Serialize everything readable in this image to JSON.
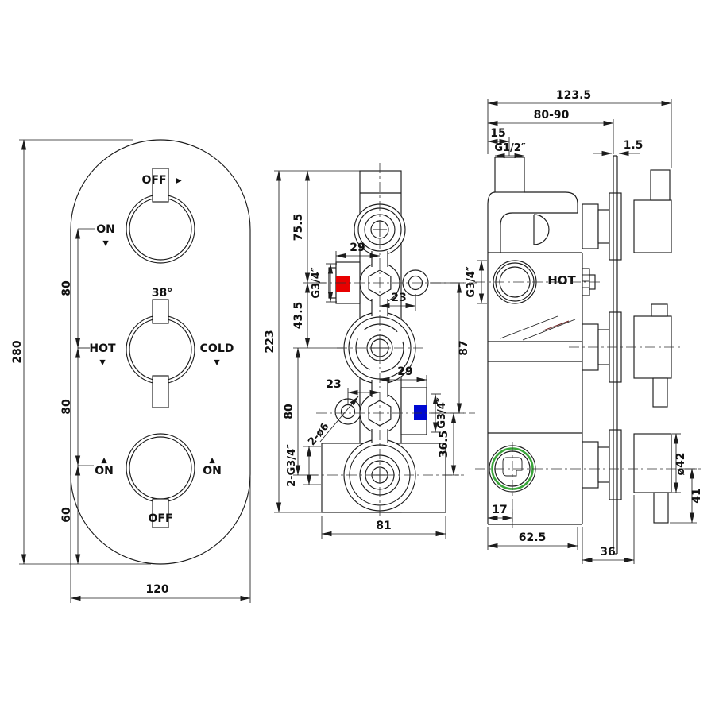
{
  "drawing": {
    "views": {
      "front": {
        "dims": {
          "height": "280",
          "upper_span": "80",
          "lower_span": "80",
          "bottom_span": "60",
          "width": "120"
        },
        "labels": {
          "top_knob_off": "OFF",
          "top_knob_off_arrow": "▶",
          "top_knob_on": "ON",
          "top_knob_on_arrow": "▼",
          "temp_setting": "38°",
          "hot": "HOT",
          "hot_arrow": "▼",
          "cold": "COLD",
          "cold_arrow": "▼",
          "bottom_on_left": "ON",
          "bottom_on_left_arrow": "▲",
          "bottom_on_right": "ON",
          "bottom_on_right_arrow": "▲",
          "bottom_knob_off": "OFF"
        }
      },
      "section": {
        "dims": {
          "total_height": "223",
          "top_to_hot_port": "75.5",
          "hot_to_center": "43.5",
          "center_to_outlet": "80",
          "hot_inlet_offset": "29",
          "top_hole_offset": "23",
          "inlet_span": "87",
          "cold_inlet_offset": "29",
          "cold_to_outlet": "36.5",
          "bottom_hole_offset": "23",
          "body_width": "81"
        },
        "labels": {
          "hot_inlet_thread": "G3/4″",
          "cold_inlet_thread": "G3/4″",
          "mounting_holes": "2-ø6",
          "outlet_threads": "2-G3/4″"
        },
        "colors": {
          "hot_marker": "#e80000",
          "cold_marker": "#0009d2"
        }
      },
      "side": {
        "dims": {
          "total_depth": "123.5",
          "wall_depth_range": "80-90",
          "inlet_offset": "15",
          "plate_thickness": "1.5",
          "handle_diameter": "ø42",
          "handle_length": "41",
          "port_offset": "17",
          "body_depth": "62.5",
          "handle_clearance": "36"
        },
        "labels": {
          "top_inlet_thread": "G1/2″",
          "side_port_thread": "G3/4″",
          "hot_side": "HOT"
        },
        "colors": {
          "seal_ring": "#3aa53a"
        }
      }
    }
  }
}
